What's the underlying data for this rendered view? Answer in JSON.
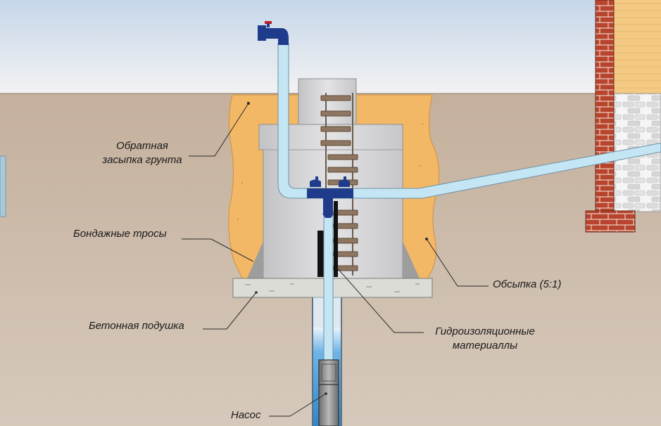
{
  "labels": {
    "backfill": [
      "Обратная",
      "засыпка грунта"
    ],
    "bandage_cables": "Бондажные тросы",
    "concrete_pad": "Бетонная подушка",
    "pump": "Насос",
    "sprinkle": "Обсыпка (5:1)",
    "waterproofing": [
      "Гидроизоляционные",
      "материаллы"
    ]
  },
  "colors": {
    "sky": "#e8eef6",
    "soil": "#c9b9a8",
    "backfill_sand": "#f4b969",
    "concrete": "#d3d3d5",
    "pipe": "#bde2f3",
    "pipe_fittings": "#1f3b8c",
    "brick": "#b5402b",
    "water": "#3a8ed0"
  }
}
